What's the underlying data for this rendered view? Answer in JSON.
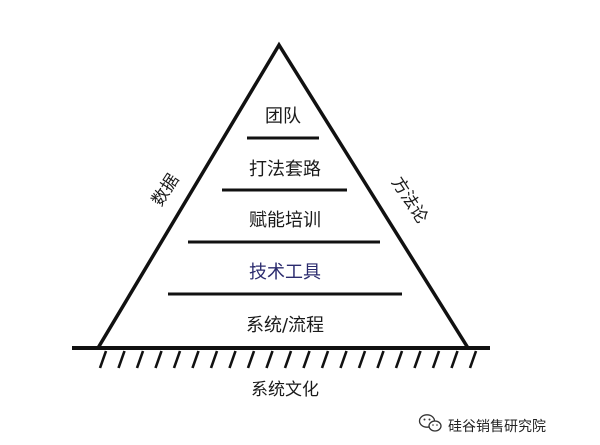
{
  "diagram": {
    "layers": [
      {
        "label": "团队"
      },
      {
        "label": "打法套路"
      },
      {
        "label": "赋能培训"
      },
      {
        "label": "技术工具",
        "color": "#2b2b6e"
      },
      {
        "label": "系统/流程"
      }
    ],
    "left_side_label": "数据",
    "right_side_label": "方法论",
    "base_label": "系统文化"
  },
  "watermark": {
    "text": "硅谷销售研究院",
    "icon": "wechat-icon"
  }
}
